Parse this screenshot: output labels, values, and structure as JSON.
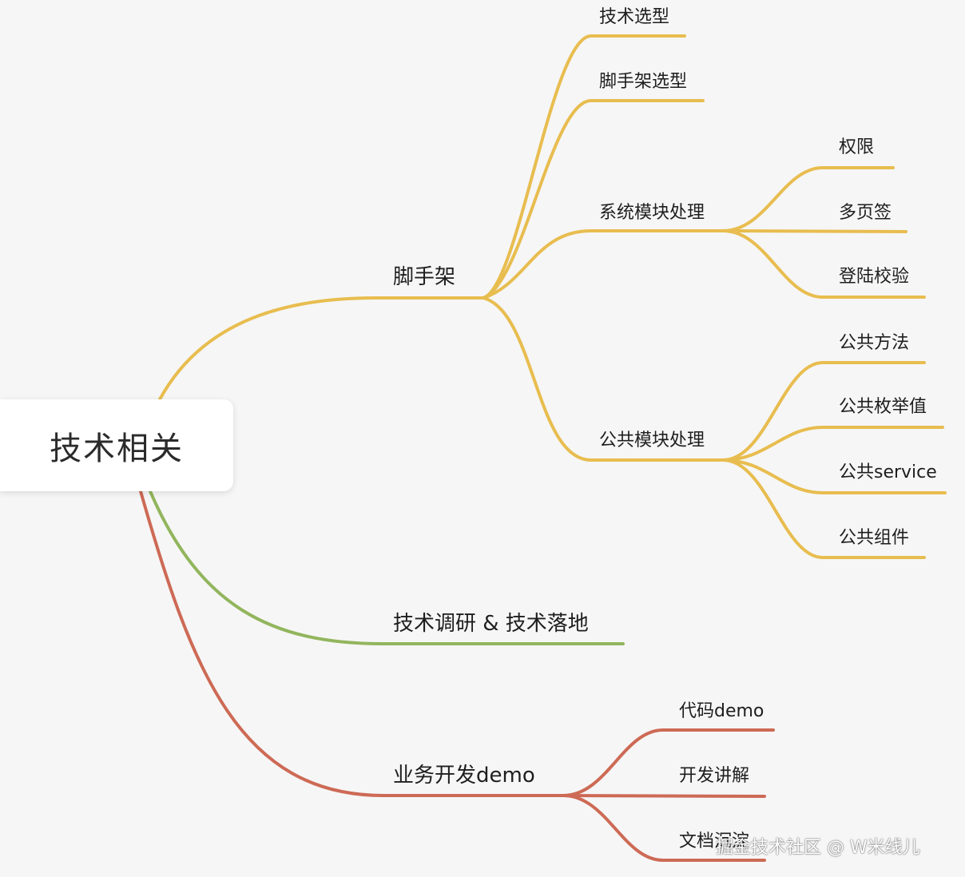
{
  "colors": {
    "scaffold": "#e8bd4f",
    "research": "#92b55d",
    "business": "#cd6a55",
    "background": "#f6f6f6"
  },
  "root": {
    "label": "技术相关"
  },
  "branches": {
    "scaffold": {
      "label": "脚手架",
      "children": {
        "tech_selection": "技术选型",
        "scaffold_selection": "脚手架选型",
        "system_module": {
          "label": "系统模块处理",
          "children": [
            "权限",
            "多页签",
            "登陆校验"
          ]
        },
        "public_module": {
          "label": "公共模块处理",
          "children": [
            "公共方法",
            "公共枚举值",
            "公共service",
            "公共组件"
          ]
        }
      }
    },
    "research": {
      "label": "技术调研 & 技术落地"
    },
    "business": {
      "label": "业务开发demo",
      "children": [
        "代码demo",
        "开发讲解",
        "文档沉淀"
      ]
    }
  },
  "watermark": "掘金技术社区 @ W米线儿"
}
